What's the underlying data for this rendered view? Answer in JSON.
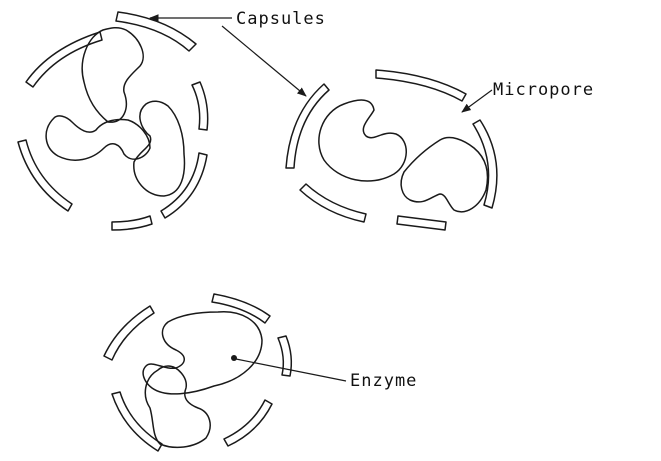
{
  "labels": {
    "capsules": "Capsules",
    "micropore": "Micropore",
    "enzyme": "Enzyme"
  },
  "colors": {
    "ink": "#1a1a1a",
    "background": "#ffffff"
  }
}
